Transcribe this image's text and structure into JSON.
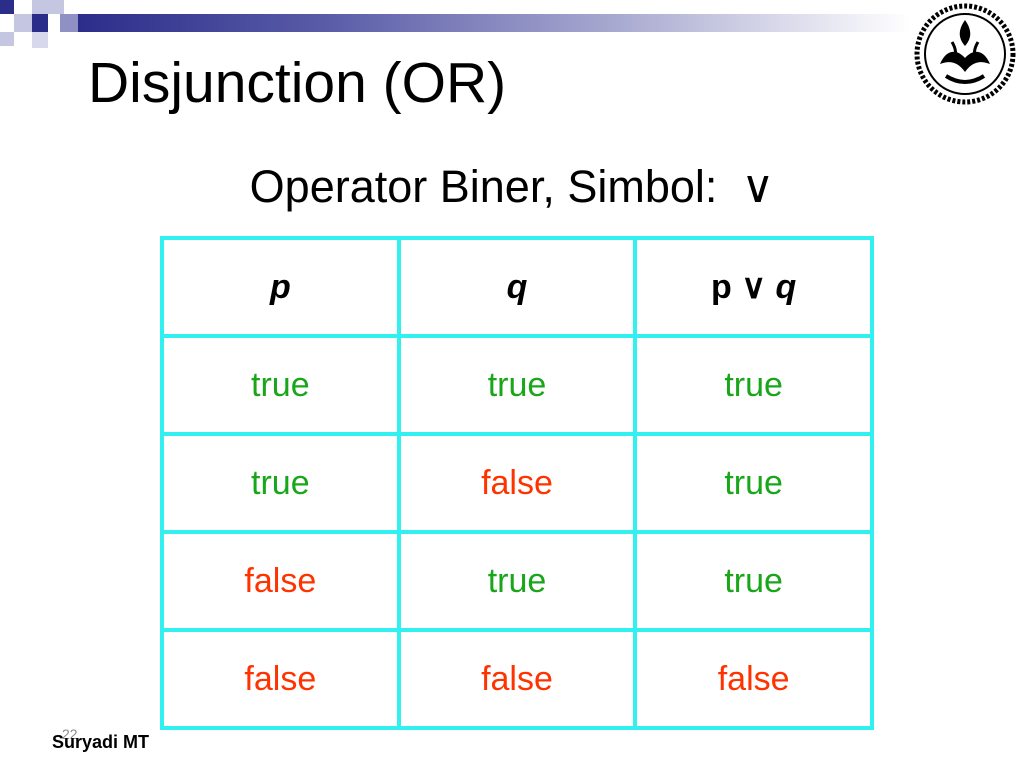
{
  "slide": {
    "title": "Disjunction (OR)",
    "subtitle": "Operator Biner, Simbol:",
    "symbol": "∨",
    "page_number": "22",
    "footer": "Suryadi MT"
  },
  "table": {
    "headers": [
      {
        "var": "p",
        "prefix": ""
      },
      {
        "var": "q",
        "prefix": ""
      },
      {
        "var": "q",
        "prefix": "p ∨ "
      }
    ],
    "rows": [
      [
        "true",
        "true",
        "true"
      ],
      [
        "true",
        "false",
        "true"
      ],
      [
        "false",
        "true",
        "true"
      ],
      [
        "false",
        "false",
        "false"
      ]
    ]
  },
  "colors": {
    "true": "#1aa61a",
    "false": "#ff3300",
    "table_border": "#33f0f0",
    "header_bar": "#2b2d8a"
  },
  "icons": {
    "logo": "university-seal-icon"
  }
}
